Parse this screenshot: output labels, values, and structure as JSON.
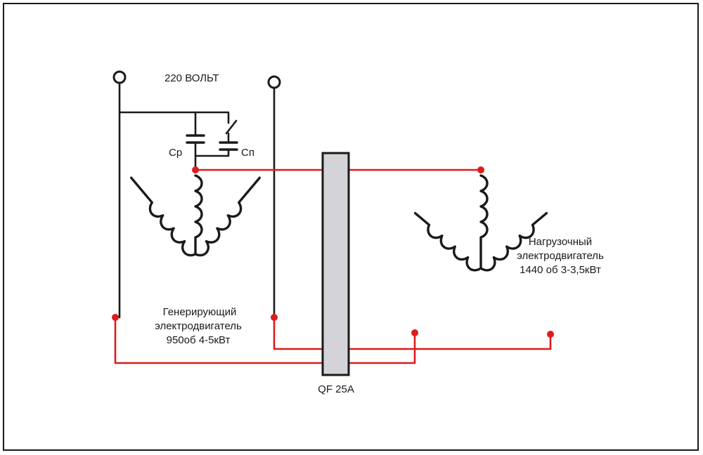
{
  "labels": {
    "voltage": "220 ВОЛЬТ",
    "cap_run": "Ср",
    "cap_start": "Сп",
    "generator_line1": "Генерирующий",
    "generator_line2": "электродвигатель",
    "generator_line3": "950об 4-5кВт",
    "load_line1": "Нагрузочный",
    "load_line2": "электродвигатель",
    "load_line3": "1440 об 3-3,5кВт",
    "breaker": "QF 25A"
  },
  "colors": {
    "wire": "#1a1a1a",
    "power_wire": "#dd1c1c",
    "breaker_fill": "#d4d4d8",
    "background": "#ffffff"
  }
}
